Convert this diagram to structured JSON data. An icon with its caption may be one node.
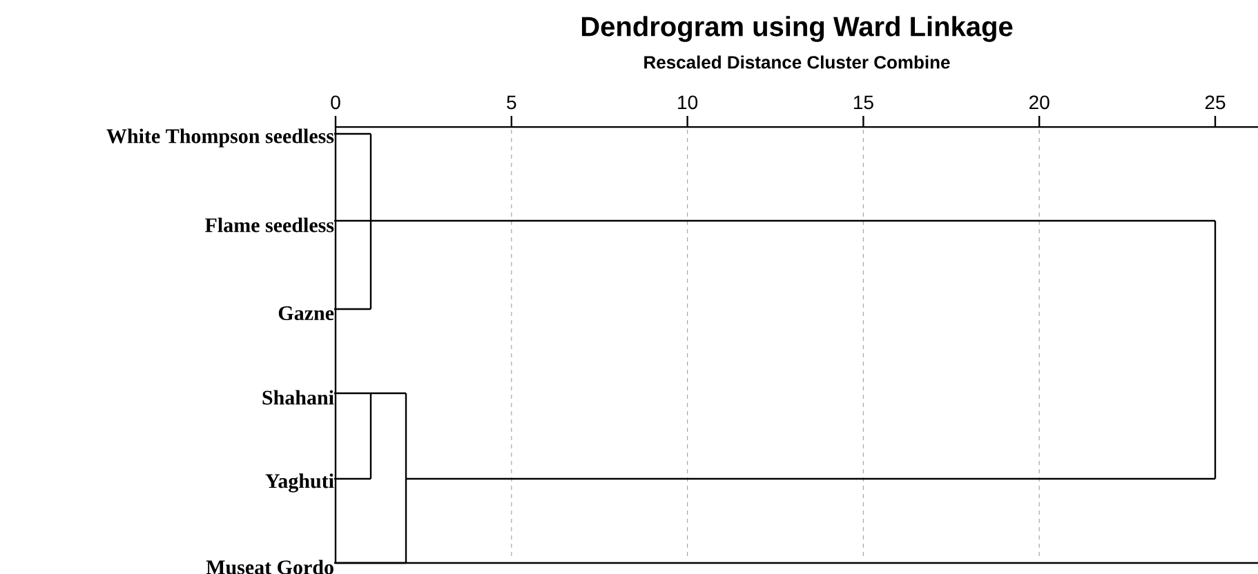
{
  "diagram": {
    "title": "Dendrogram using Ward Linkage",
    "nodes": [
      {
        "text": [
          "White Thompson seedless"
        ]
      },
      {
        "text": [
          "Flame seedless"
        ]
      },
      {
        "text": [
          "Gazne"
        ]
      },
      {
        "text": [
          "Shahani"
        ]
      },
      {
        "text": [
          "Yaghuti"
        ]
      },
      {
        "text": [
          "Museat Gordo"
        ]
      },
      {
        "text": [],
        "shape": "bar"
      },
      {
        "text": [],
        "shape": "bar"
      },
      {
        "text": [],
        "shape": "bar"
      },
      {
        "text": [],
        "shape": "bar"
      }
    ],
    "edges": [
      {
        "from": 0,
        "to": 6,
        "arrow": "none"
      },
      {
        "from": 1,
        "to": 6,
        "arrow": "none"
      },
      {
        "from": 2,
        "to": 6,
        "arrow": "none"
      },
      {
        "from": 3,
        "to": 7,
        "arrow": "none"
      },
      {
        "from": 4,
        "to": 7,
        "arrow": "none"
      },
      {
        "from": 7,
        "to": 8,
        "arrow": "none"
      },
      {
        "from": 5,
        "to": 8,
        "arrow": "none"
      },
      {
        "from": 6,
        "to": 9,
        "arrow": "none"
      },
      {
        "from": 8,
        "to": 9,
        "arrow": "none"
      }
    ],
    "labels": [
      "Rescaled Distance Cluster Combine",
      "0",
      "5",
      "10",
      "15",
      "20",
      "25"
    ]
  }
}
